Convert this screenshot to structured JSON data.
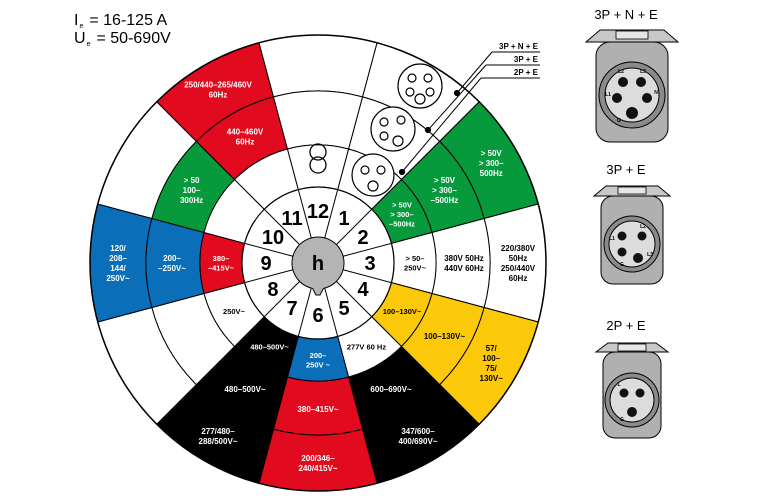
{
  "specs": {
    "current": {
      "symbol": "I",
      "subscript": "e",
      "equals": "=",
      "value": "16-125 A"
    },
    "voltage": {
      "symbol": "U",
      "subscript": "e",
      "equals": "=",
      "value": "50-690V"
    }
  },
  "hub": {
    "label": "h"
  },
  "clock_positions": [
    "1",
    "2",
    "3",
    "4",
    "5",
    "6",
    "7",
    "8",
    "9",
    "10",
    "11",
    "12"
  ],
  "legend_lines": [
    "3P + N + E",
    "3P + E",
    "2P + E"
  ],
  "plugs": [
    {
      "title": "3P + N + E",
      "pins": [
        "L2",
        "L3",
        "L1",
        "N",
        "G"
      ]
    },
    {
      "title": "3P  + E",
      "pins": [
        "L1",
        "L2",
        "L3",
        "G"
      ]
    },
    {
      "title": "2P + E",
      "pins": [
        "L",
        "G"
      ]
    }
  ],
  "colors": {
    "red": "#e10a1e",
    "green": "#079a3c",
    "blue": "#0a6fb8",
    "yellow": "#fcc80a",
    "black": "#000000",
    "white": "#ffffff",
    "hub": "#b4b4b4"
  },
  "outer_ring": [
    {
      "pos": 1,
      "color": "white",
      "text": []
    },
    {
      "pos": 2,
      "color": "green",
      "text": [
        "> 50V",
        "> 300–",
        "500Hz"
      ]
    },
    {
      "pos": 3,
      "color": "white",
      "text": [
        "220/380V",
        "50Hz",
        "250/440V",
        "60Hz"
      ]
    },
    {
      "pos": 4,
      "color": "yellow",
      "text": [
        "57/",
        "100–",
        "75/",
        "130V~"
      ]
    },
    {
      "pos": 5,
      "color": "black",
      "text": [
        "347/600–",
        "400/690V~"
      ]
    },
    {
      "pos": 6,
      "color": "red",
      "text": [
        "200/346–",
        "240/415V~"
      ]
    },
    {
      "pos": 7,
      "color": "black",
      "text": [
        "277/480–",
        "288/500V~"
      ]
    },
    {
      "pos": 8,
      "color": "white",
      "text": []
    },
    {
      "pos": 9,
      "color": "blue",
      "text": [
        "120/",
        "208–",
        "144/",
        "250V~"
      ]
    },
    {
      "pos": 10,
      "color": "white",
      "text": []
    },
    {
      "pos": 11,
      "color": "red",
      "text": [
        "250/440–265/460V",
        "60Hz"
      ]
    },
    {
      "pos": 12,
      "color": "white",
      "text": []
    }
  ],
  "middle_ring": [
    {
      "pos": 1,
      "color": "white",
      "text": []
    },
    {
      "pos": 2,
      "color": "green",
      "text": [
        "> 50V",
        "> 300–",
        "–500Hz"
      ]
    },
    {
      "pos": 3,
      "color": "white",
      "text": [
        "380V 50Hz",
        "440V 60Hz"
      ]
    },
    {
      "pos": 4,
      "color": "yellow",
      "text": [
        "100–130V~"
      ]
    },
    {
      "pos": 5,
      "color": "black",
      "text": [
        "600–690V~"
      ]
    },
    {
      "pos": 6,
      "color": "red",
      "text": [
        "380–415V~"
      ]
    },
    {
      "pos": 7,
      "color": "black",
      "text": [
        "480–500V~"
      ]
    },
    {
      "pos": 8,
      "color": "white",
      "text": []
    },
    {
      "pos": 9,
      "color": "blue",
      "text": [
        "200–",
        "–250V~"
      ]
    },
    {
      "pos": 10,
      "color": "green",
      "text": [
        "> 50",
        "100–",
        "300Hz"
      ]
    },
    {
      "pos": 11,
      "color": "red",
      "text": [
        "440–460V",
        "60Hz"
      ]
    },
    {
      "pos": 12,
      "color": "white",
      "text": []
    }
  ],
  "inner_ring": [
    {
      "pos": 1,
      "color": "white",
      "text": []
    },
    {
      "pos": 2,
      "color": "green",
      "text": [
        "> 50V",
        "> 300–",
        "–500Hz"
      ]
    },
    {
      "pos": 3,
      "color": "white",
      "text": [
        "> 50–",
        "250V~"
      ]
    },
    {
      "pos": 4,
      "color": "yellow",
      "text": [
        "100–130V~"
      ]
    },
    {
      "pos": 5,
      "color": "white",
      "text": [
        "277V 60 Hz"
      ]
    },
    {
      "pos": 6,
      "color": "blue",
      "text": [
        "200–",
        "250V ~"
      ]
    },
    {
      "pos": 7,
      "color": "black",
      "text": [
        "480–500V~"
      ]
    },
    {
      "pos": 8,
      "color": "white",
      "text": [
        "250V~"
      ]
    },
    {
      "pos": 9,
      "color": "red",
      "text": [
        "380–",
        "–415V~"
      ]
    },
    {
      "pos": 10,
      "color": "white",
      "text": []
    },
    {
      "pos": 11,
      "color": "white",
      "text": []
    },
    {
      "pos": 12,
      "color": "white",
      "text": []
    }
  ]
}
